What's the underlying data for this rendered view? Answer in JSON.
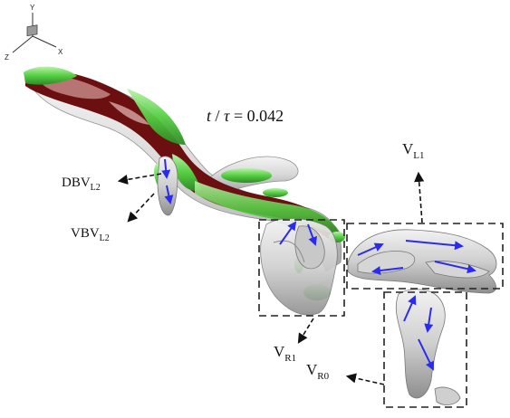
{
  "time_label": {
    "t": "t",
    "slash": " / ",
    "tau": "τ",
    "equals": " = ",
    "value": "0.042"
  },
  "axes": {
    "x": "X",
    "y": "Y",
    "z": "Z"
  },
  "vortex_labels": [
    {
      "base": "DBV",
      "sub": "L2"
    },
    {
      "base": "VBV",
      "sub": "L2"
    },
    {
      "base": "V",
      "sub": "L1"
    },
    {
      "base": "V",
      "sub": "R1"
    },
    {
      "base": "V",
      "sub": "R0"
    }
  ],
  "colors": {
    "body_dark": "#6b0f10",
    "body_pink": "#c98e8c",
    "iso_green": "#5cd64a",
    "iso_gray": "#d9d9d9",
    "arrow_blue": "#2b2bf0",
    "frame": "#222222"
  }
}
